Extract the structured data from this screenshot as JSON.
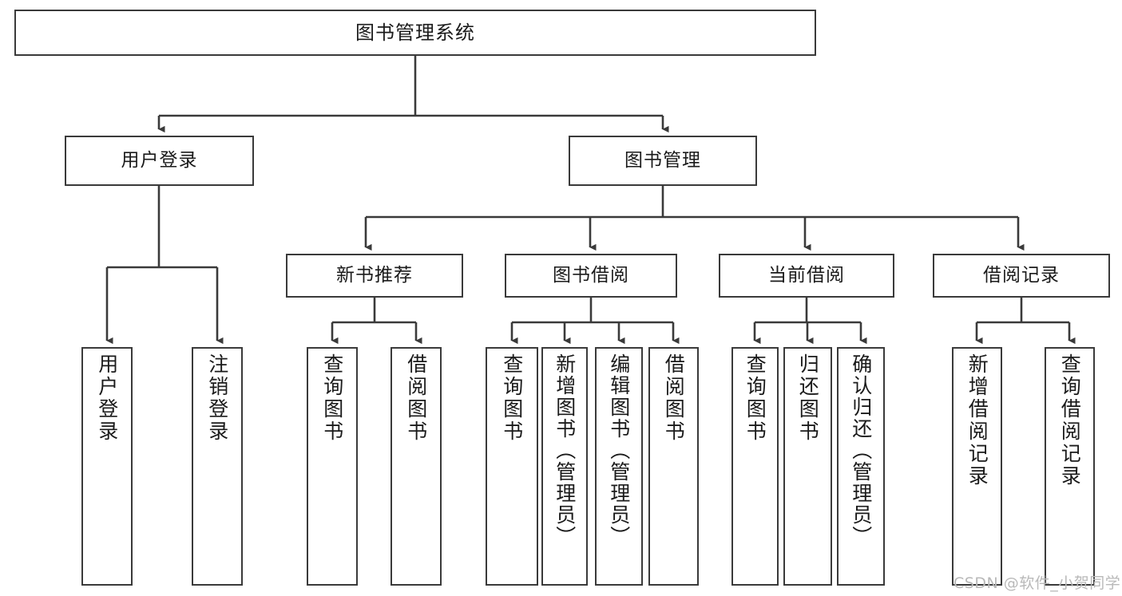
{
  "diagram": {
    "title": "图书管理系统",
    "type": "tree-hierarchy-diagram",
    "colors": {
      "box_border": "#3a3a3a",
      "box_fill": "#ffffff",
      "connector": "#3a3a3a",
      "text": "#1a1a1a",
      "watermark": "#b9b9b9",
      "background": "#ffffff"
    },
    "root": {
      "label": "图书管理系统"
    },
    "level2": [
      {
        "label": "用户登录"
      },
      {
        "label": "图书管理"
      }
    ],
    "level3": [
      {
        "label": "新书推荐"
      },
      {
        "label": "图书借阅"
      },
      {
        "label": "当前借阅"
      },
      {
        "label": "借阅记录"
      }
    ],
    "leaves": {
      "user_login": [
        {
          "label": "用户登录"
        },
        {
          "label": "注销登录"
        }
      ],
      "new_book_recommend": [
        {
          "label": "查询图书"
        },
        {
          "label": "借阅图书"
        }
      ],
      "book_borrow": [
        {
          "label": "查询图书"
        },
        {
          "label": "新增图书（管理员）"
        },
        {
          "label": "编辑图书（管理员）"
        },
        {
          "label": "借阅图书"
        }
      ],
      "current_borrow": [
        {
          "label": "查询图书"
        },
        {
          "label": "归还图书"
        },
        {
          "label": "确认归还（管理员）"
        }
      ],
      "borrow_records": [
        {
          "label": "新增借阅记录"
        },
        {
          "label": "查询借阅记录"
        }
      ]
    },
    "watermark": "CSDN @软件_小贺同学"
  }
}
